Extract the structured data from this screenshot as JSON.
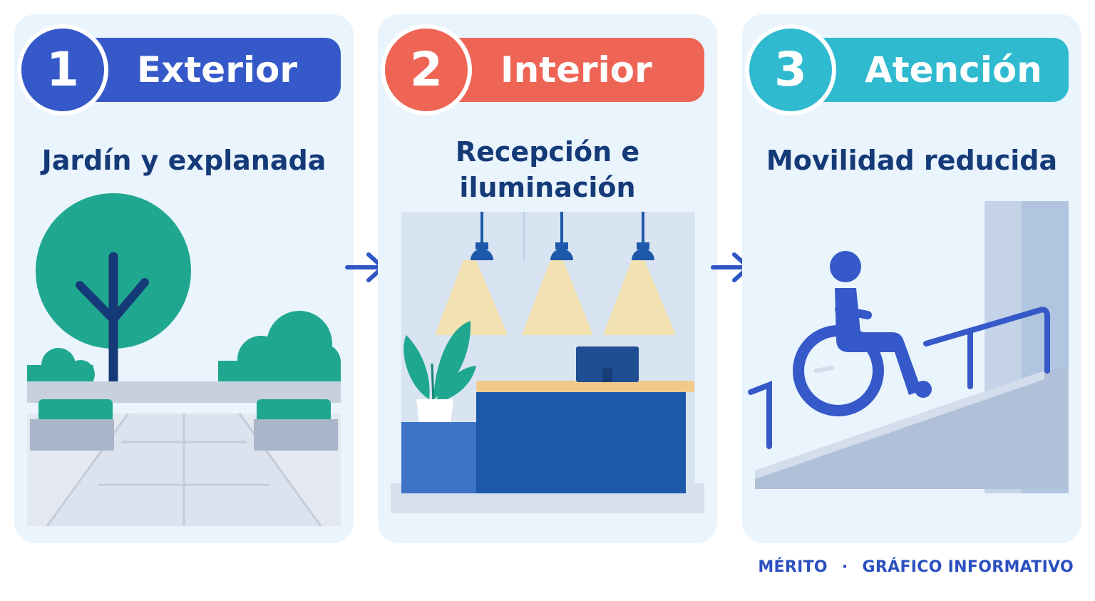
{
  "steps": [
    {
      "number": "1",
      "title": "Exterior",
      "subtitle": "Jardín y explanada",
      "color": "#3559c9",
      "icon": "tree-garden-icon"
    },
    {
      "number": "2",
      "title": "Interior",
      "subtitle_lines": [
        "Recepción e",
        "iluminación"
      ],
      "color": "#ee6556",
      "icon": "reception-desk-icon"
    },
    {
      "number": "3",
      "title": "Atención",
      "subtitle": "Movilidad reducida",
      "color": "#2fbad0",
      "icon": "wheelchair-ramp-icon"
    }
  ],
  "arrows": [
    "arrow-right-icon",
    "arrow-right-icon"
  ],
  "footer": {
    "brand": "MÉRITO",
    "separator": "·",
    "label": "GRÁFICO INFORMATIVO",
    "color": "#2a4fbf"
  },
  "colors": {
    "card_bg": "#eaf4fd",
    "subtitle_text": "#153a78",
    "tree_green": "#1fa88f",
    "desk_blue": "#1d58aa"
  }
}
